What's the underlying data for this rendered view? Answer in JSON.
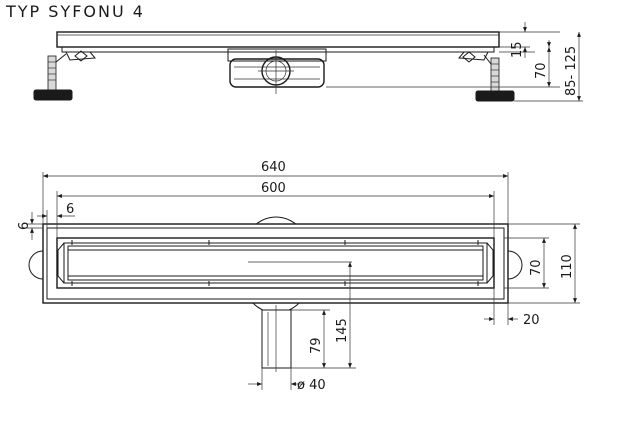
{
  "title": "TYP SYFONU 4",
  "side_view": {
    "dimensions": {
      "grate_thickness": "15",
      "body_height": "70",
      "total_height_range": "85- 125"
    }
  },
  "top_view": {
    "dimensions": {
      "overall_length": "640",
      "inner_length": "600",
      "flange_width_left": "6",
      "flange_width_vertical": "6",
      "channel_width": "70",
      "overall_width": "110",
      "edge_offset": "20",
      "outlet_offset": "145",
      "outlet_length": "79",
      "outlet_diameter": "ø 40"
    }
  }
}
